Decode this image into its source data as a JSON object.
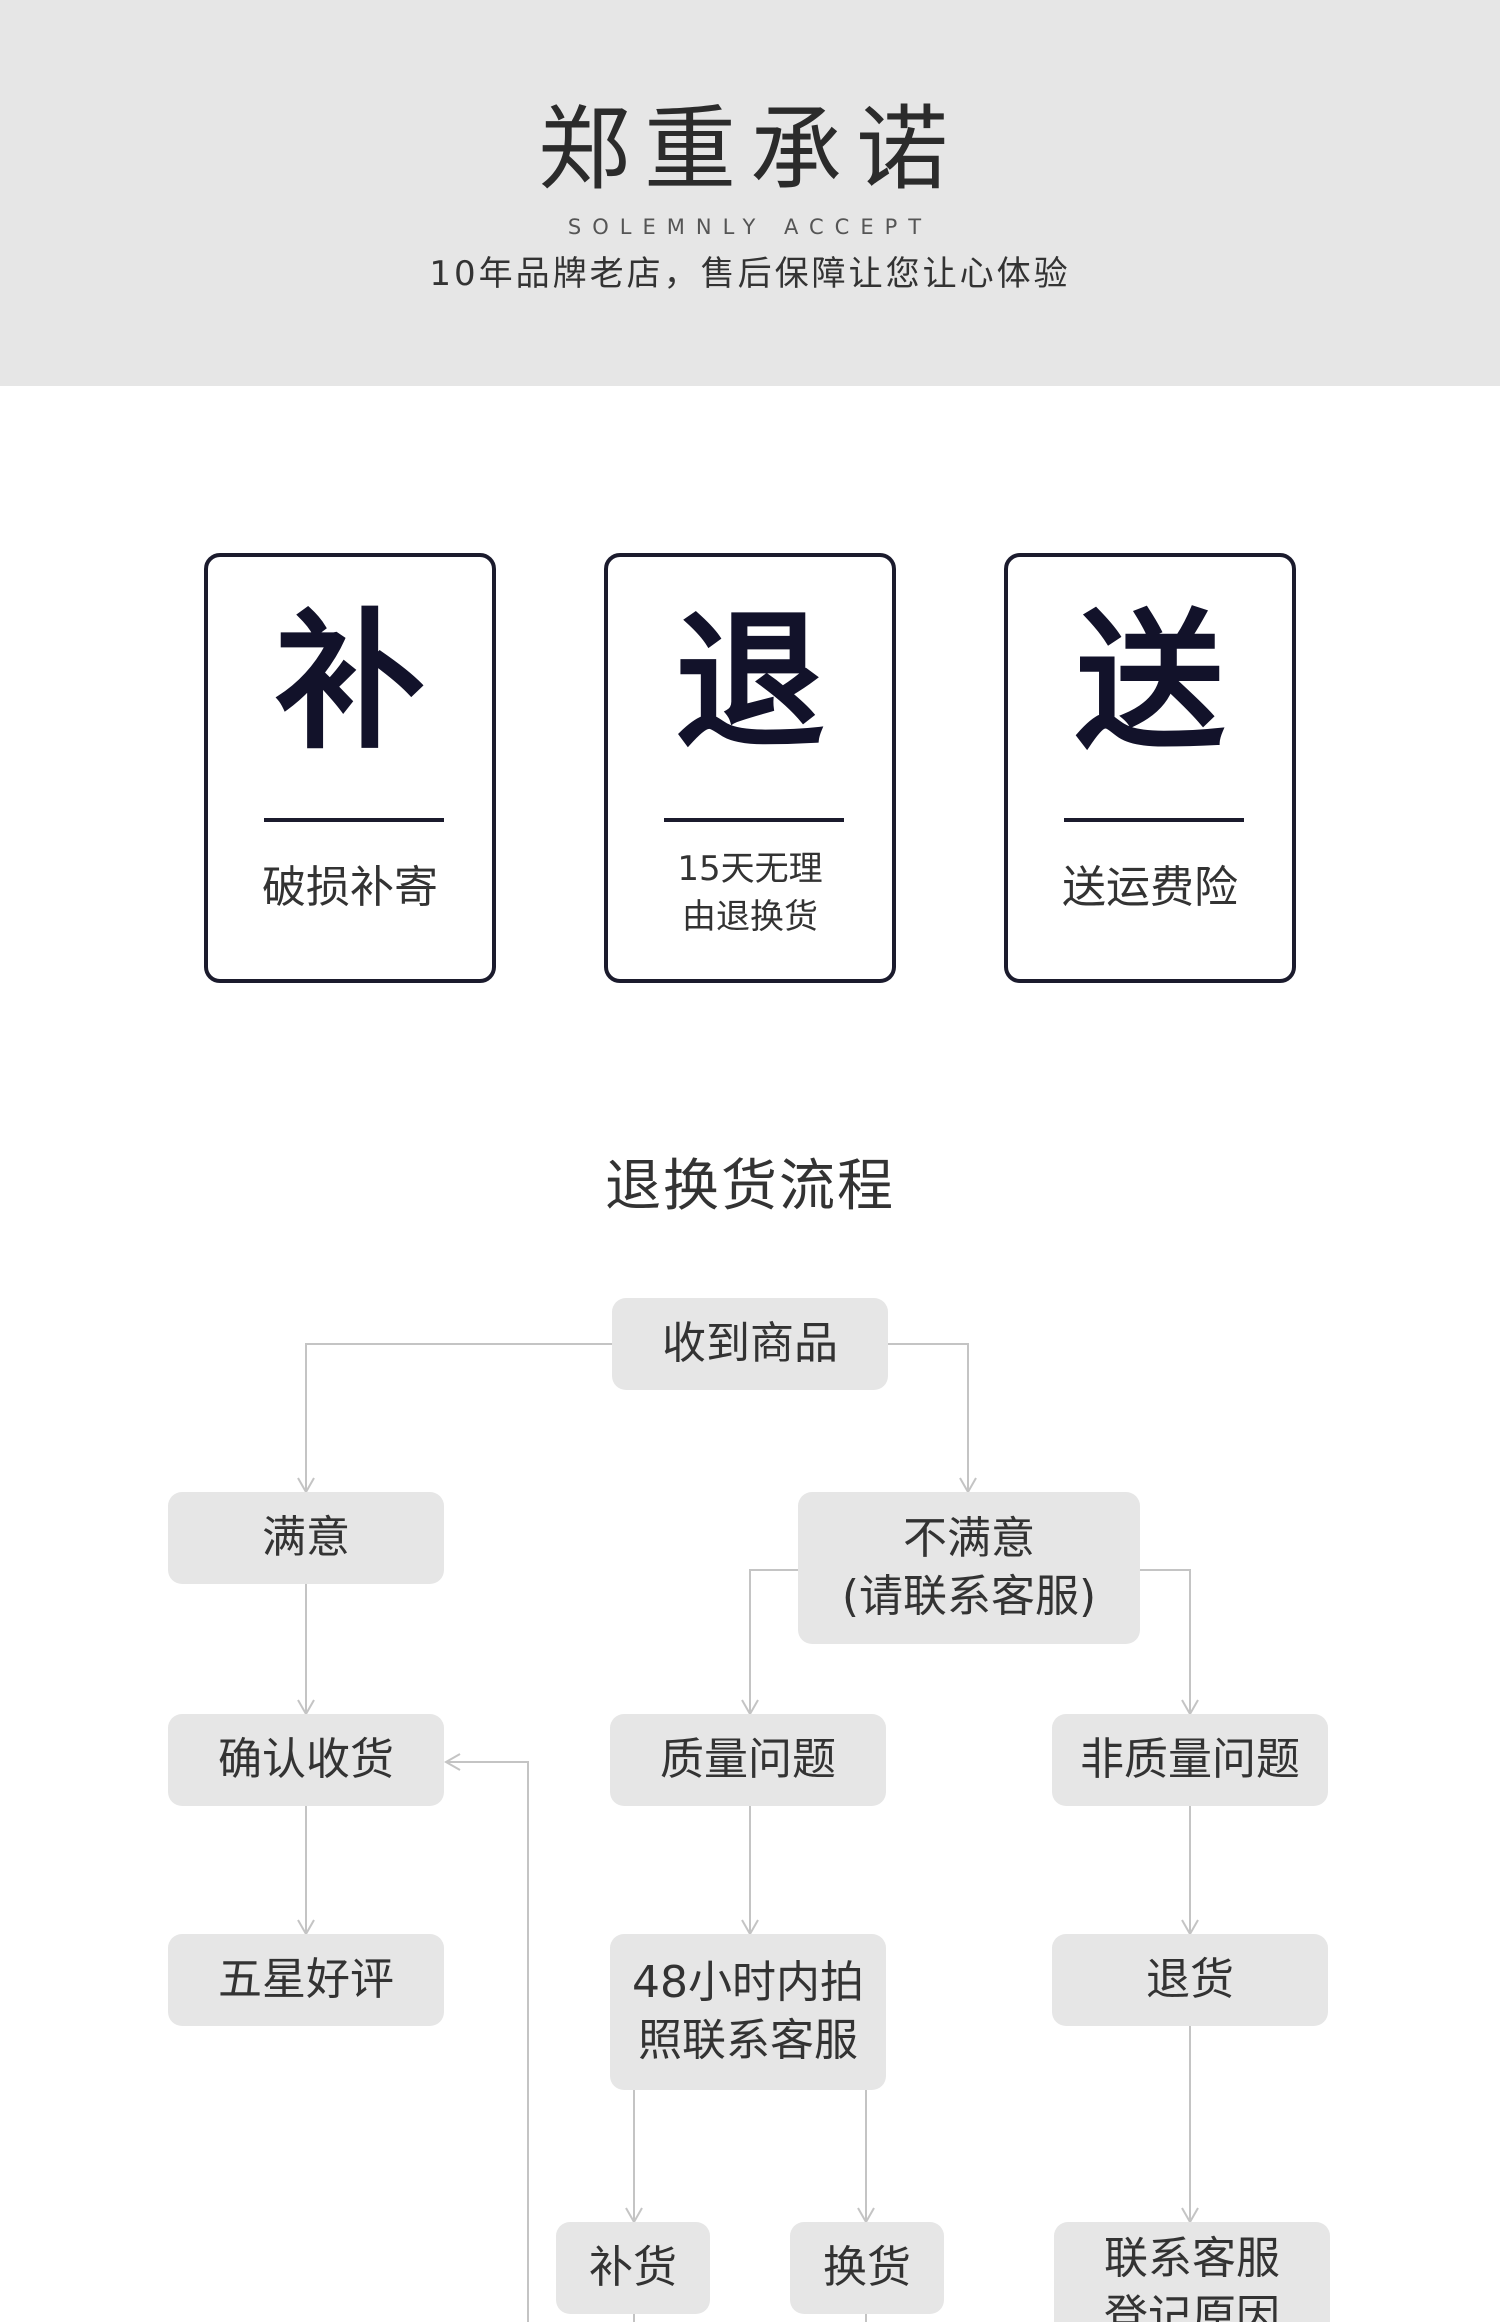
{
  "header": {
    "title": "郑重承诺",
    "subtitle": "SOLEMNLY ACCEPT",
    "slogan": "10年品牌老店，售后保障让您让心体验"
  },
  "cards": [
    {
      "char": "补",
      "text": "破损补寄"
    },
    {
      "char": "退",
      "text": "15天无理\n由退换货"
    },
    {
      "char": "送",
      "text": "送运费险"
    }
  ],
  "flow": {
    "title": "退换货流程",
    "nodes": {
      "receive": "收到商品",
      "satisfied": "满意",
      "unsatisfied": "不满意\n(请联系客服)",
      "confirm": "确认收货",
      "quality": "质量问题",
      "nonquality": "非质量问题",
      "five_star": "五星好评",
      "photo_contact": "48小时内拍\n照联系客服",
      "return": "退货",
      "reship": "补货",
      "exchange": "换货",
      "contact_register": "联系客服\n登记原因"
    }
  },
  "colors": {
    "header_bg": "#e6e6e6",
    "card_border": "#1b1b2d",
    "node_bg": "#e6e6e6",
    "line": "#c4c4c4"
  }
}
